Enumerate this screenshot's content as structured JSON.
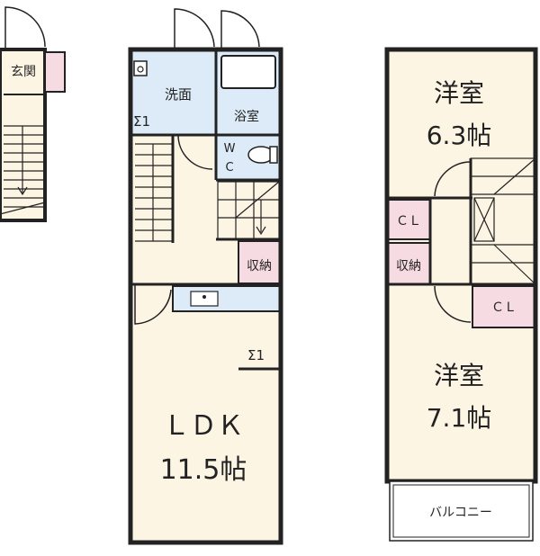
{
  "rooms": {
    "entrance": "玄関",
    "washroom": "洗面",
    "bathroom": "浴室",
    "wc_line1": "W",
    "wc_line2": "C",
    "storage_1f": "収納",
    "ldk_name": "ＬＤＫ",
    "ldk_size": "11.5帖",
    "western_a_name": "洋室",
    "western_a_size": "6.3帖",
    "western_b_name": "洋室",
    "western_b_size": "7.1帖",
    "closet_a": "ＣＬ",
    "closet_b": "ＣＬ",
    "storage_2f": "収納",
    "balcony": "バルコニー"
  },
  "markers": {
    "sigma_wash": "Σ1",
    "sigma_ldk": "Σ1"
  },
  "colors": {
    "wall": "#222222",
    "floor": "#fdf5e4",
    "wet_area": "#dcebf7",
    "storage": "#f7dbe3",
    "balcony": "#ffffff"
  }
}
